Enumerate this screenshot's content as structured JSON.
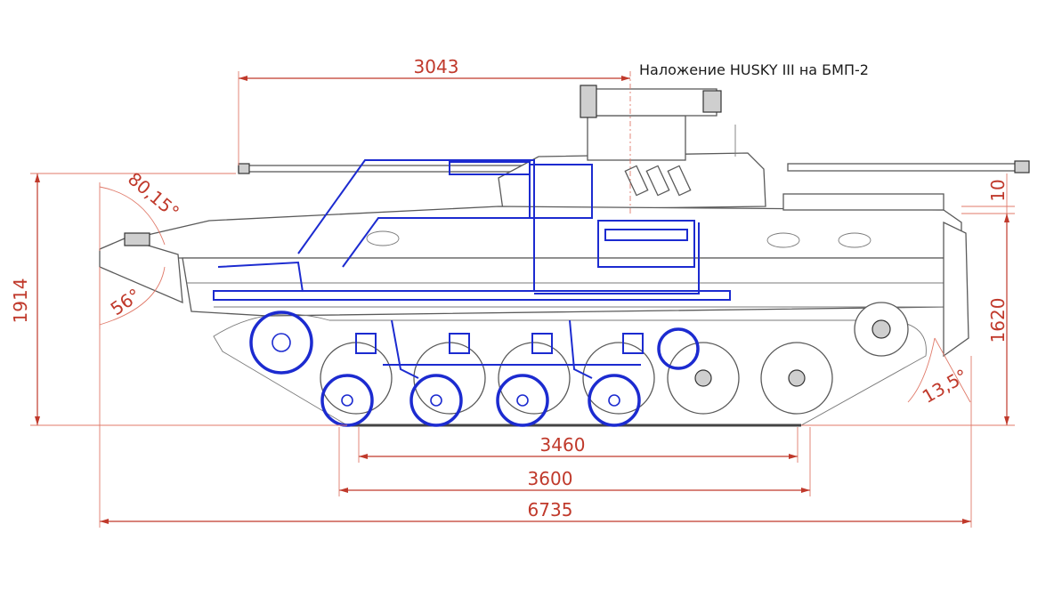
{
  "title": "Наложение HUSKY III на БМП-2",
  "dimensions": {
    "turret_offset": "3043",
    "overall_height": "1914",
    "hull_height": "1620",
    "roof_step": "10",
    "track_contact": "3460",
    "track_base": "3600",
    "overall_length": "6735"
  },
  "angles": {
    "front_upper": "80,15°",
    "front_lower": "56°",
    "rear": "13,5°"
  },
  "colors": {
    "dimensions": "#c0392b",
    "overlay": "#1c2bd0",
    "vehicle": "#5a5a5a"
  }
}
